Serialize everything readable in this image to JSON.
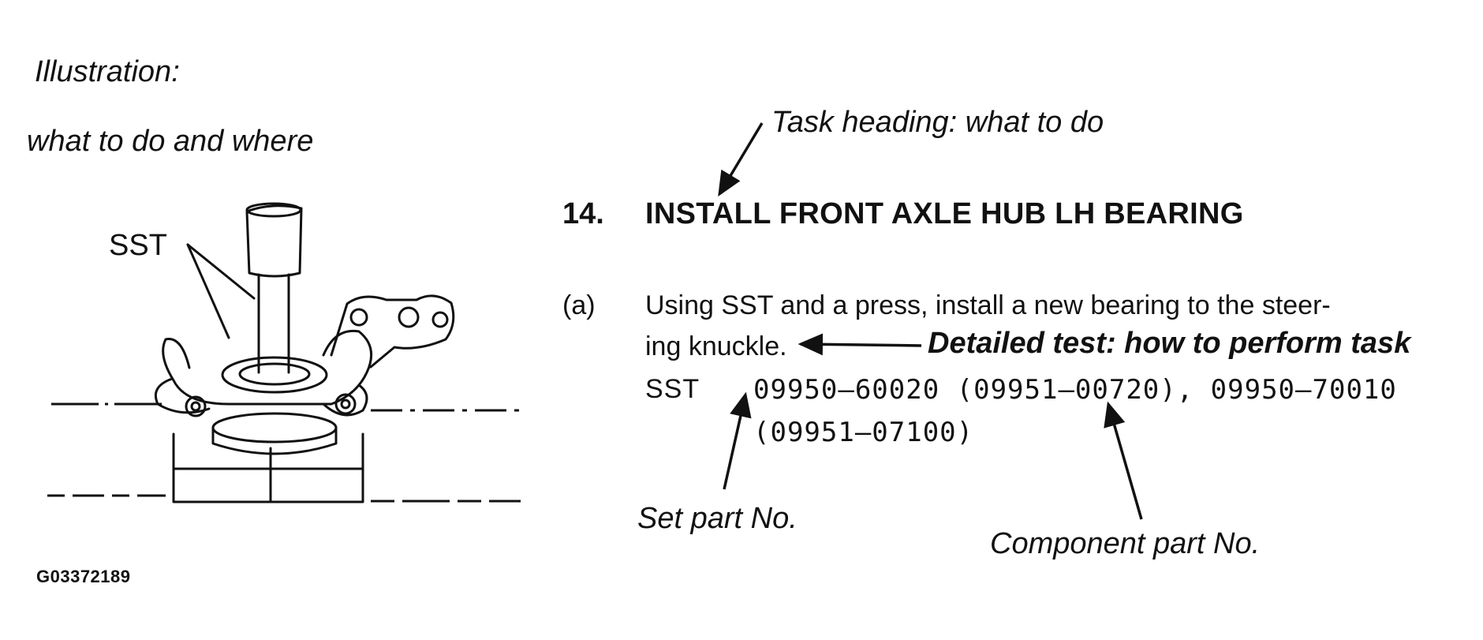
{
  "illustration": {
    "title_line1": "Illustration:",
    "title_line2": "what to do and where",
    "sst_label": "SST",
    "figure_code": "G03372189"
  },
  "task": {
    "annotation": "Task heading: what to do",
    "number": "14.",
    "title": "INSTALL FRONT AXLE HUB LH BEARING"
  },
  "step": {
    "label": "(a)",
    "line1": "Using SST and a press, install a new bearing to the steer-",
    "line2": "ing knuckle.",
    "detail_annotation": "Detailed test: how to perform task",
    "sst_label": "SST",
    "sst_line1": "09950–60020 (09951–00720), 09950–70010",
    "sst_line2": "(09951–07100)"
  },
  "annotations": {
    "set_part": "Set part No.",
    "component_part": "Component part No."
  }
}
